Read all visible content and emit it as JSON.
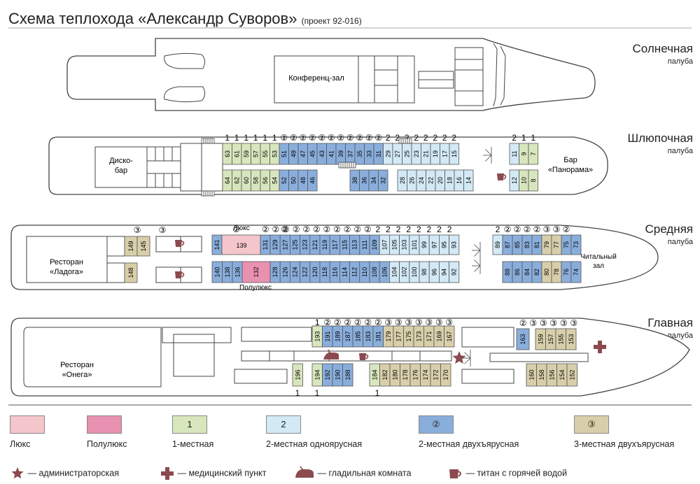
{
  "title": "Схема теплохода «Александр Суворов»",
  "project": "(проект 92-016)",
  "decks": [
    {
      "name": "Солнечная",
      "sub": "палуба"
    },
    {
      "name": "Шлюпочная",
      "sub": "палуба"
    },
    {
      "name": "Средняя",
      "sub": "палуба"
    },
    {
      "name": "Главная",
      "sub": "палуба"
    }
  ],
  "rooms": {
    "conference": "Конференц-зал",
    "disco": [
      "Диско-",
      "бар"
    ],
    "panorama": [
      "Бар",
      "«Панорама»"
    ],
    "ladoga": [
      "Ресторан",
      "«Ладога»"
    ],
    "reading": [
      "Читальный",
      "зал"
    ],
    "onega": [
      "Ресторан",
      "«Онега»"
    ],
    "lux_label": "Люкс",
    "semilux_label": "Полулюкс"
  },
  "colors": {
    "lux": "#f4c6cb",
    "semilux": "#e991b1",
    "single": "#d8e6bd",
    "double": "#d3e9f6",
    "double2": "#8aaedc",
    "triple": "#d8cfaa",
    "symbol": "#8a4a4f"
  },
  "cabins": {
    "boat_top": [
      {
        "n": "63",
        "t": "single"
      },
      {
        "n": "61",
        "t": "single"
      },
      {
        "n": "59",
        "t": "single"
      },
      {
        "n": "57",
        "t": "single"
      },
      {
        "n": "55",
        "t": "single"
      },
      {
        "n": "53",
        "t": "single"
      },
      {
        "n": "51",
        "t": "double2"
      },
      {
        "n": "49",
        "t": "double2"
      },
      {
        "n": "47",
        "t": "double2"
      },
      {
        "n": "45",
        "t": "double2"
      },
      {
        "n": "43",
        "t": "double2"
      },
      {
        "n": "41",
        "t": "double2"
      },
      {
        "n": "39",
        "t": "double2"
      },
      {
        "n": "37",
        "t": "double2"
      },
      {
        "n": "35",
        "t": "double2"
      },
      {
        "n": "33",
        "t": "double2"
      },
      {
        "n": "31",
        "t": "double2"
      },
      {
        "n": "29",
        "t": "double"
      },
      {
        "n": "27",
        "t": "double"
      },
      {
        "n": "25",
        "t": "double"
      },
      {
        "n": "23",
        "t": "double"
      },
      {
        "n": "21",
        "t": "double"
      },
      {
        "n": "19",
        "t": "double"
      },
      {
        "n": "17",
        "t": "double"
      },
      {
        "n": "15",
        "t": "double"
      }
    ],
    "boat_bottom": [
      {
        "n": "64",
        "t": "single"
      },
      {
        "n": "62",
        "t": "single"
      },
      {
        "n": "60",
        "t": "single"
      },
      {
        "n": "58",
        "t": "single"
      },
      {
        "n": "56",
        "t": "single"
      },
      {
        "n": "54",
        "t": "single"
      },
      {
        "n": "52",
        "t": "double2"
      },
      {
        "n": "50",
        "t": "double2"
      },
      {
        "n": "48",
        "t": "double2"
      },
      {
        "n": "46",
        "t": "double2"
      },
      {
        "n": "38",
        "t": "double2"
      },
      {
        "n": "36",
        "t": "double2"
      },
      {
        "n": "34",
        "t": "double2"
      },
      {
        "n": "32",
        "t": "double2"
      },
      {
        "n": "28",
        "t": "double"
      },
      {
        "n": "26",
        "t": "double"
      },
      {
        "n": "24",
        "t": "double"
      },
      {
        "n": "22",
        "t": "double"
      },
      {
        "n": "20",
        "t": "double"
      },
      {
        "n": "18",
        "t": "double"
      },
      {
        "n": "16",
        "t": "double"
      },
      {
        "n": "14",
        "t": "double"
      }
    ],
    "boat_fwd_top": [
      {
        "n": "11",
        "t": "double"
      },
      {
        "n": "9",
        "t": "single"
      },
      {
        "n": "7",
        "t": "single"
      }
    ],
    "boat_fwd_bottom": [
      {
        "n": "12",
        "t": "double"
      },
      {
        "n": "10",
        "t": "single"
      },
      {
        "n": "8",
        "t": "single"
      }
    ],
    "boat_top_caps": [
      "1",
      "1",
      "1",
      "1",
      "1",
      "1",
      "②",
      "②",
      "②",
      "②",
      "②",
      "②",
      "②",
      "②",
      "②",
      "②",
      "②",
      "2",
      "2",
      "2",
      "2",
      "2",
      "2",
      "2",
      "2"
    ],
    "boat_fwd_caps": [
      "2",
      "1",
      "1"
    ],
    "mid_aft_top": [
      {
        "n": "149",
        "t": "triple"
      },
      {
        "n": "145",
        "t": "triple"
      }
    ],
    "mid_aft_bottom": [
      {
        "n": "148",
        "t": "triple"
      }
    ],
    "mid_aft_caps": [
      "③",
      "③"
    ],
    "mid_lux_top": [
      {
        "n": "141",
        "t": "double2"
      },
      {
        "n": "139",
        "t": "lux"
      },
      {
        "n": "131",
        "t": "double2"
      }
    ],
    "mid_lux_caps": [
      "②",
      "②"
    ],
    "mid_lux_bottom": [
      {
        "n": "140",
        "t": "double2"
      },
      {
        "n": "138",
        "t": "double2"
      },
      {
        "n": "136",
        "t": "double2"
      },
      {
        "n": "132",
        "t": "semilux"
      }
    ],
    "mid_top": [
      {
        "n": "129",
        "t": "double2"
      },
      {
        "n": "127",
        "t": "double2"
      },
      {
        "n": "125",
        "t": "double2"
      },
      {
        "n": "123",
        "t": "double2"
      },
      {
        "n": "121",
        "t": "double2"
      },
      {
        "n": "119",
        "t": "double2"
      },
      {
        "n": "117",
        "t": "double2"
      },
      {
        "n": "115",
        "t": "double2"
      },
      {
        "n": "113",
        "t": "double2"
      },
      {
        "n": "111",
        "t": "double2"
      },
      {
        "n": "109",
        "t": "double2"
      },
      {
        "n": "107",
        "t": "double"
      },
      {
        "n": "105",
        "t": "double"
      },
      {
        "n": "103",
        "t": "double"
      },
      {
        "n": "101",
        "t": "double"
      },
      {
        "n": "99",
        "t": "double"
      },
      {
        "n": "97",
        "t": "double"
      },
      {
        "n": "95",
        "t": "double"
      },
      {
        "n": "93",
        "t": "double"
      }
    ],
    "mid_bottom": [
      {
        "n": "128",
        "t": "double2"
      },
      {
        "n": "126",
        "t": "double2"
      },
      {
        "n": "124",
        "t": "double2"
      },
      {
        "n": "122",
        "t": "double2"
      },
      {
        "n": "120",
        "t": "double2"
      },
      {
        "n": "118",
        "t": "double2"
      },
      {
        "n": "116",
        "t": "double2"
      },
      {
        "n": "114",
        "t": "double2"
      },
      {
        "n": "112",
        "t": "double2"
      },
      {
        "n": "110",
        "t": "double2"
      },
      {
        "n": "108",
        "t": "double2"
      },
      {
        "n": "106",
        "t": "double2"
      },
      {
        "n": "104",
        "t": "double"
      },
      {
        "n": "102",
        "t": "double"
      },
      {
        "n": "100",
        "t": "double"
      },
      {
        "n": "98",
        "t": "double"
      },
      {
        "n": "96",
        "t": "double"
      },
      {
        "n": "94",
        "t": "double"
      },
      {
        "n": "92",
        "t": "double"
      }
    ],
    "mid_top_caps": [
      "②",
      "②",
      "②",
      "②",
      "②",
      "②",
      "②",
      "②",
      "②",
      "②",
      "②",
      "2",
      "2",
      "2",
      "2",
      "2",
      "2",
      "2",
      "2"
    ],
    "mid_fwd_top": [
      {
        "n": "89",
        "t": "double"
      },
      {
        "n": "87",
        "t": "double2"
      },
      {
        "n": "85",
        "t": "double2"
      },
      {
        "n": "83",
        "t": "double2"
      },
      {
        "n": "81",
        "t": "double2"
      },
      {
        "n": "79",
        "t": "triple"
      },
      {
        "n": "77",
        "t": "triple"
      },
      {
        "n": "75",
        "t": "double2"
      },
      {
        "n": "73",
        "t": "double2"
      }
    ],
    "mid_fwd_bottom": [
      {
        "n": "88",
        "t": "double2"
      },
      {
        "n": "86",
        "t": "double2"
      },
      {
        "n": "84",
        "t": "double2"
      },
      {
        "n": "82",
        "t": "double2"
      },
      {
        "n": "80",
        "t": "triple"
      },
      {
        "n": "78",
        "t": "triple"
      },
      {
        "n": "76",
        "t": "double2"
      },
      {
        "n": "74",
        "t": "double2"
      }
    ],
    "mid_fwd_caps": [
      "2",
      "②",
      "②",
      "②",
      "②",
      "③",
      "③",
      "②"
    ],
    "main_top": [
      {
        "n": "193",
        "t": "single"
      },
      {
        "n": "191",
        "t": "double2"
      },
      {
        "n": "189",
        "t": "double2"
      },
      {
        "n": "187",
        "t": "double2"
      },
      {
        "n": "185",
        "t": "double2"
      },
      {
        "n": "183",
        "t": "double2"
      },
      {
        "n": "181",
        "t": "double2"
      },
      {
        "n": "179",
        "t": "triple"
      },
      {
        "n": "177",
        "t": "triple"
      },
      {
        "n": "175",
        "t": "triple"
      },
      {
        "n": "173",
        "t": "triple"
      },
      {
        "n": "171",
        "t": "triple"
      },
      {
        "n": "169",
        "t": "triple"
      },
      {
        "n": "167",
        "t": "triple"
      }
    ],
    "main_top_caps": [
      "1",
      "②",
      "②",
      "②",
      "②",
      "②",
      "②",
      "③",
      "③",
      "③",
      "③",
      "③",
      "③",
      "③"
    ],
    "main_bottom": [
      {
        "n": "196",
        "t": "single"
      },
      {
        "n": "194",
        "t": "single"
      },
      {
        "n": "192",
        "t": "double2"
      },
      {
        "n": "190",
        "t": "double2"
      },
      {
        "n": "188",
        "t": "double2"
      },
      {
        "n": "184",
        "t": "single"
      },
      {
        "n": "182",
        "t": "triple"
      },
      {
        "n": "180",
        "t": "triple"
      },
      {
        "n": "178",
        "t": "triple"
      },
      {
        "n": "176",
        "t": "triple"
      },
      {
        "n": "174",
        "t": "triple"
      },
      {
        "n": "172",
        "t": "triple"
      },
      {
        "n": "170",
        "t": "triple"
      }
    ],
    "main_bottom_caps": [
      "1",
      "1",
      "1"
    ],
    "main_fwd_top": [
      {
        "n": "163",
        "t": "double2"
      },
      {
        "n": "159",
        "t": "triple"
      },
      {
        "n": "157",
        "t": "triple"
      },
      {
        "n": "155",
        "t": "triple"
      },
      {
        "n": "153",
        "t": "triple"
      }
    ],
    "main_fwd_caps": [
      "②",
      "③",
      "③",
      "③",
      "③",
      "③"
    ],
    "main_fwd_bottom": [
      {
        "n": "160",
        "t": "triple"
      },
      {
        "n": "158",
        "t": "triple"
      },
      {
        "n": "156",
        "t": "triple"
      },
      {
        "n": "154",
        "t": "triple"
      },
      {
        "n": "152",
        "t": "triple"
      }
    ]
  },
  "legend": [
    {
      "key": "lux",
      "text": "",
      "label": "Люкс"
    },
    {
      "key": "semilux",
      "text": "",
      "label": "Полулюкс"
    },
    {
      "key": "single",
      "text": "1",
      "label": "1-местная"
    },
    {
      "key": "double",
      "text": "2",
      "label": "2-местная одноярусная"
    },
    {
      "key": "double2",
      "text": "②",
      "label": "2-местная двухъярусная"
    },
    {
      "key": "triple",
      "text": "③",
      "label": "3-местная двухъярусная"
    }
  ],
  "symbols": [
    {
      "icon": "star-icon",
      "label": "— администраторская"
    },
    {
      "icon": "cross-icon",
      "label": "— медицинский пункт"
    },
    {
      "icon": "iron-icon",
      "label": "— гладильная комната"
    },
    {
      "icon": "cup-icon",
      "label": "— титан с горячей водой"
    }
  ]
}
